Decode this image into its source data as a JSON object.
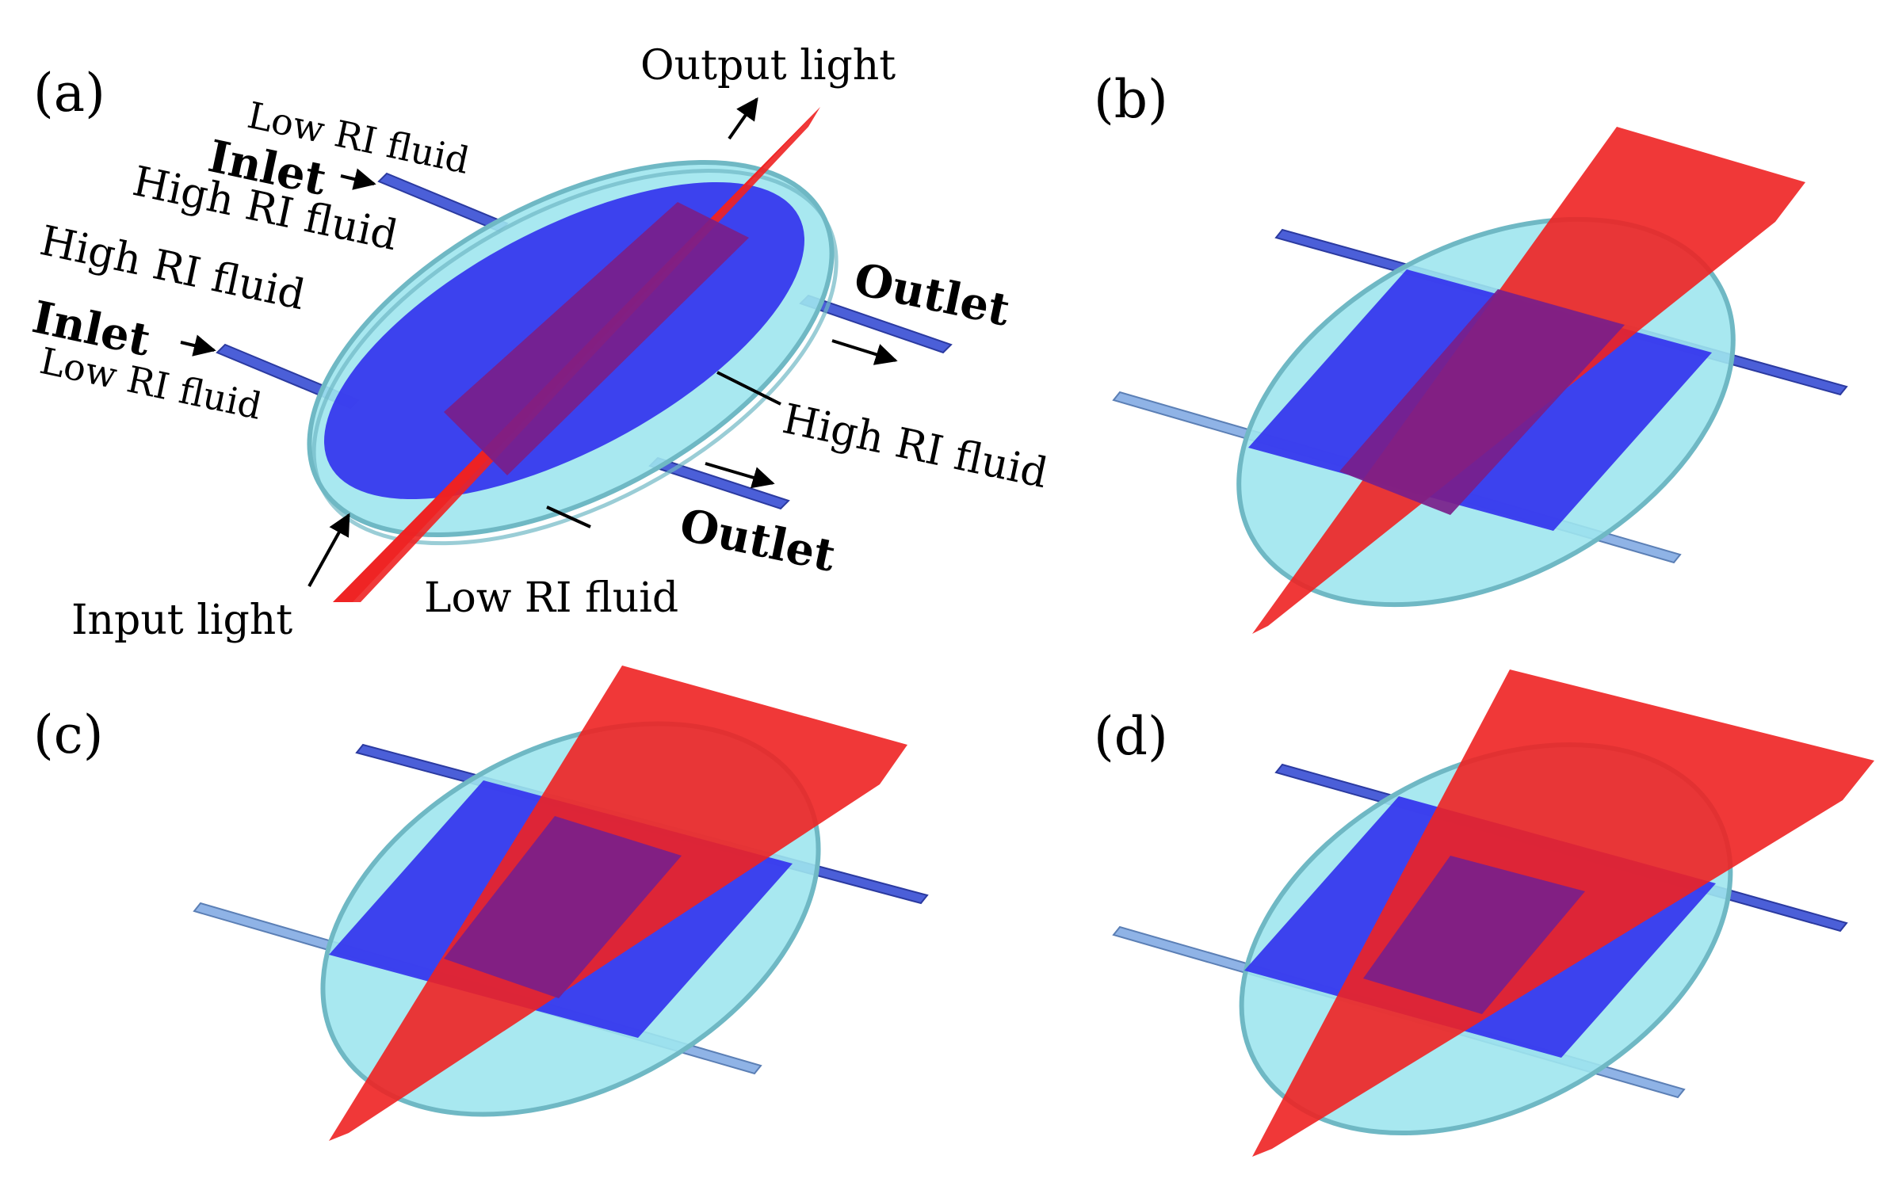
{
  "colors": {
    "disk": "#9fe6ee",
    "disk_edge": "#6fb8c4",
    "high_ri": "#3333ee",
    "light": "#ee2222",
    "overlap": "#7a1e8a",
    "light_on_disk": "#c98a8a",
    "tube_dark": "#4b5fd8",
    "tube_light": "#8fb3e6"
  },
  "panels": [
    {
      "id": "a",
      "label": "(a)"
    },
    {
      "id": "b",
      "label": "(b)"
    },
    {
      "id": "c",
      "label": "(c)"
    },
    {
      "id": "d",
      "label": "(d)"
    }
  ],
  "annotations": {
    "output_light": "Output light",
    "input_light": "Input light",
    "inlet_top": "Inlet",
    "inlet_bottom": "Inlet",
    "outlet_right": "Outlet",
    "outlet_bottom": "Outlet",
    "low_ri_top": "Low RI fluid",
    "high_ri_top": "High RI fluid",
    "high_ri_left": "High RI fluid",
    "low_ri_left": "Low RI fluid",
    "high_ri_right": "High RI fluid",
    "low_ri_bottom": "Low RI fluid"
  }
}
